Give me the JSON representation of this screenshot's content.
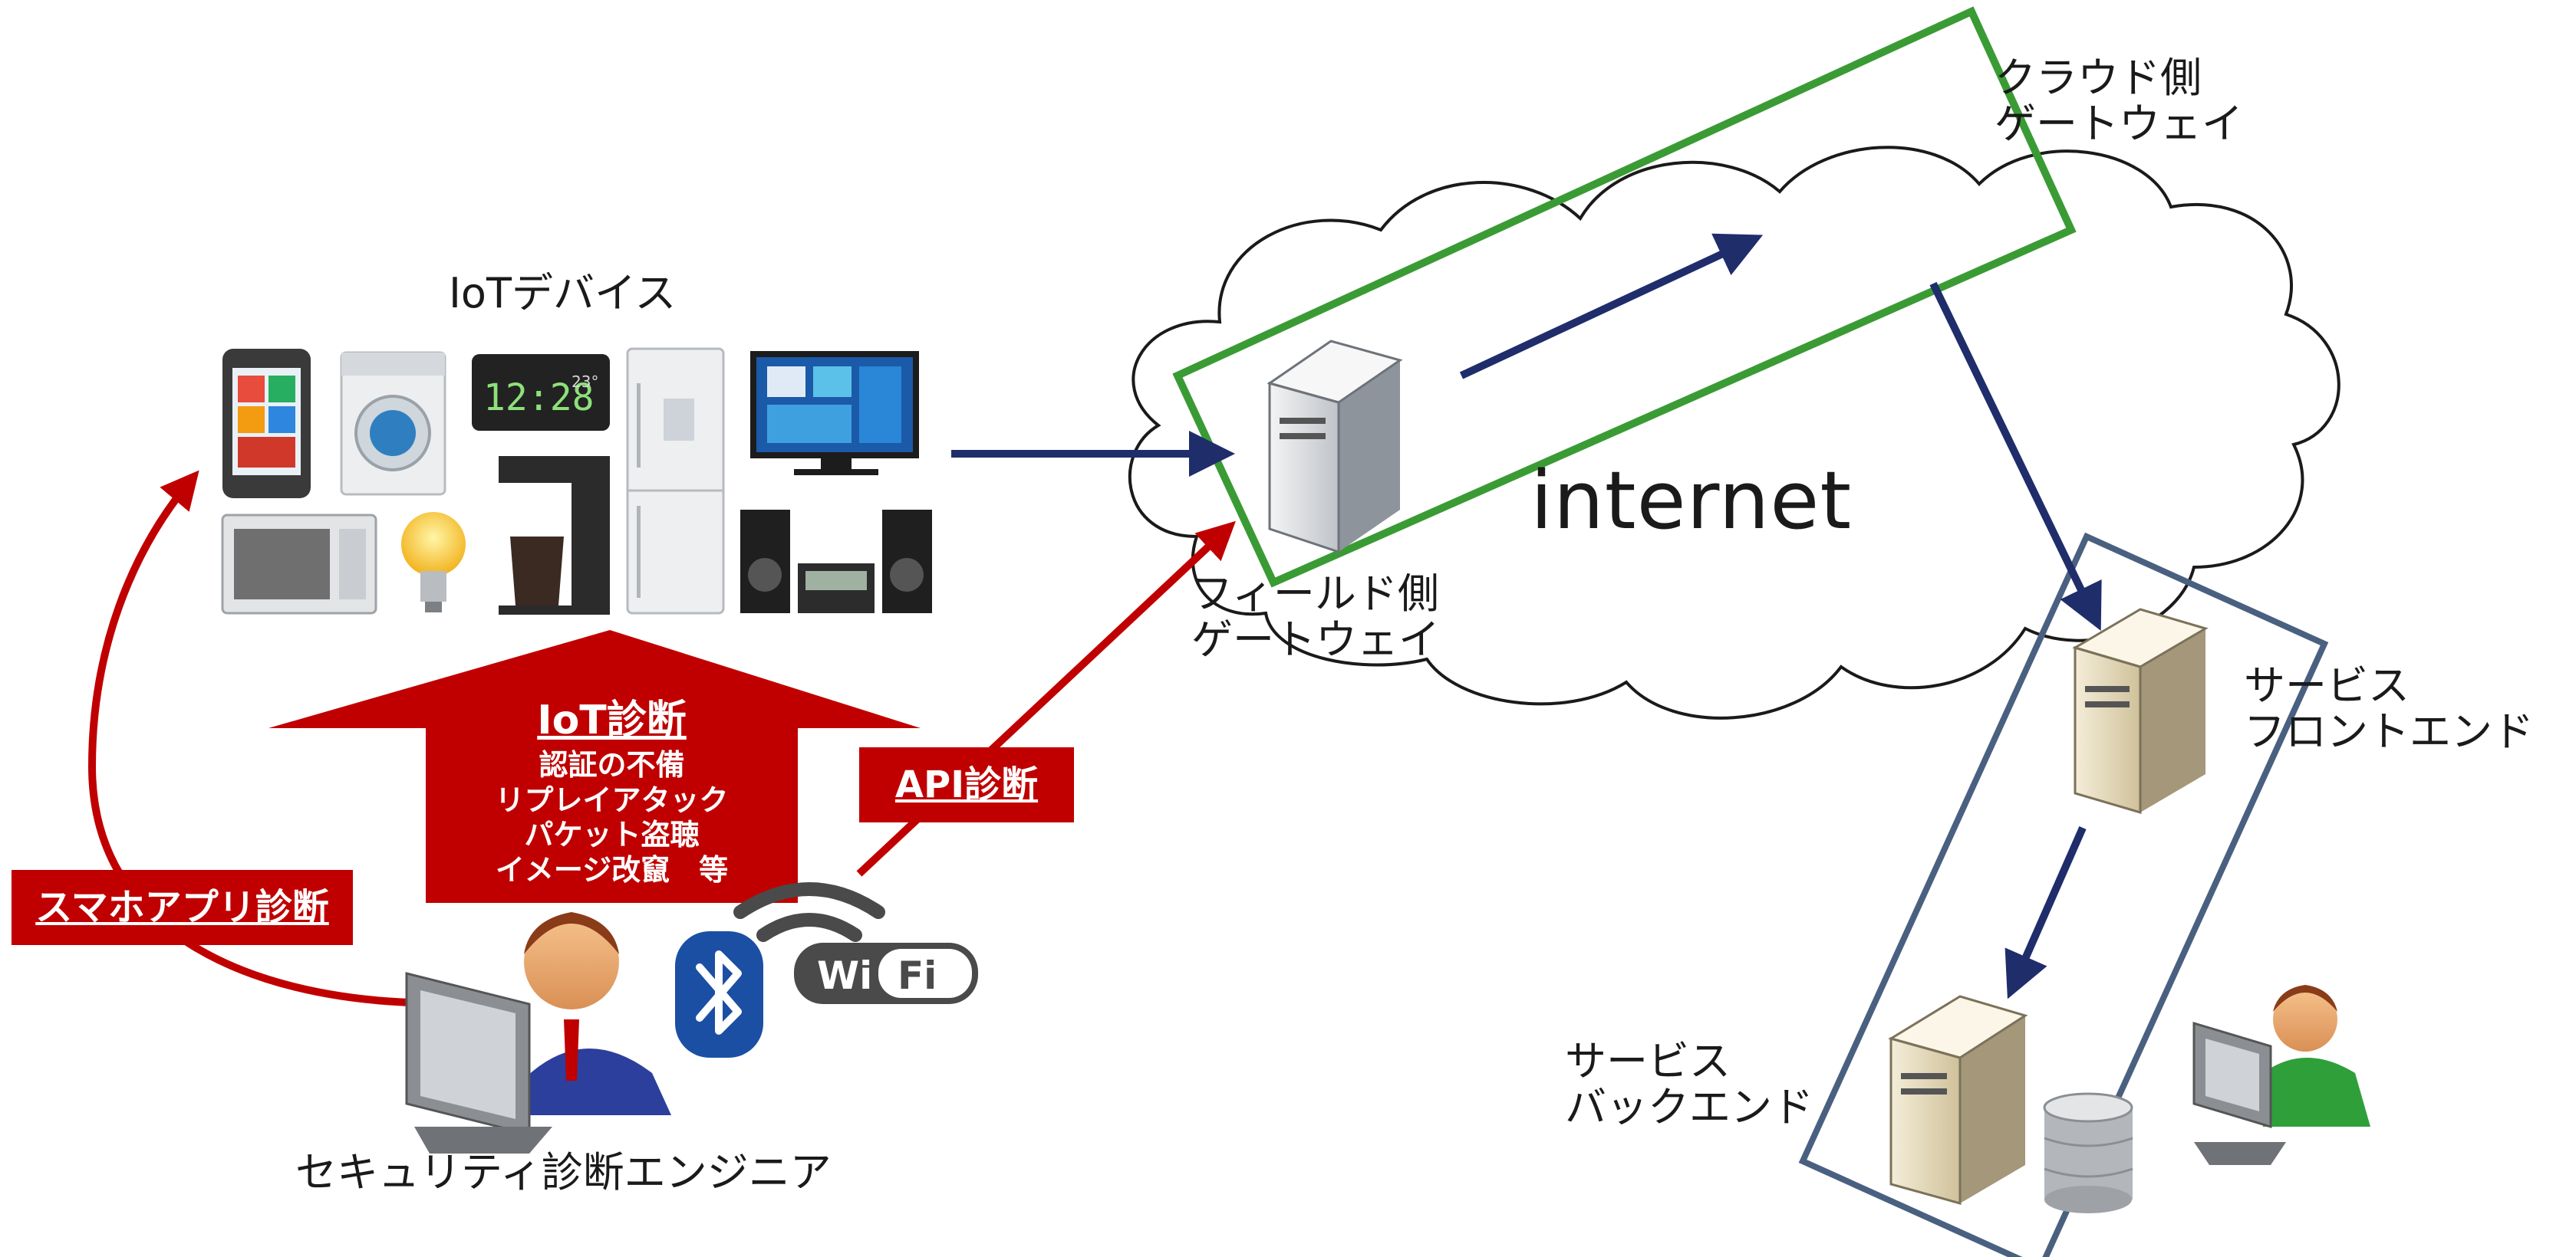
{
  "labels": {
    "iot_devices": "IoTデバイス",
    "internet": "internet",
    "cloud_gateway_1": "クラウド側",
    "cloud_gateway_2": "ゲートウェイ",
    "field_gateway_1": "フィールド側",
    "field_gateway_2": "ゲートウェイ",
    "frontend_1": "サービス",
    "frontend_2": "フロントエンド",
    "backend_1": "サービス",
    "backend_2": "バックエンド",
    "engineer": "セキュリティ診断エンジニア"
  },
  "tags": {
    "smartphone_app": "スマホアプリ診断",
    "api": "API診断"
  },
  "iot_assessment": {
    "title": "IoT診断",
    "items": [
      "認証の不備",
      "リプレイアタック",
      "パケット盗聴",
      "イメージ改竄　等"
    ]
  },
  "device_screens": {
    "clock_time": "12:28",
    "clock_temp": "23°",
    "wifi_left": "Wi",
    "wifi_right": "Fi"
  },
  "colors": {
    "red": "#c00000",
    "navy": "#1f2d6b",
    "green": "#3a9b35",
    "blue_gray": "#4a6080"
  }
}
